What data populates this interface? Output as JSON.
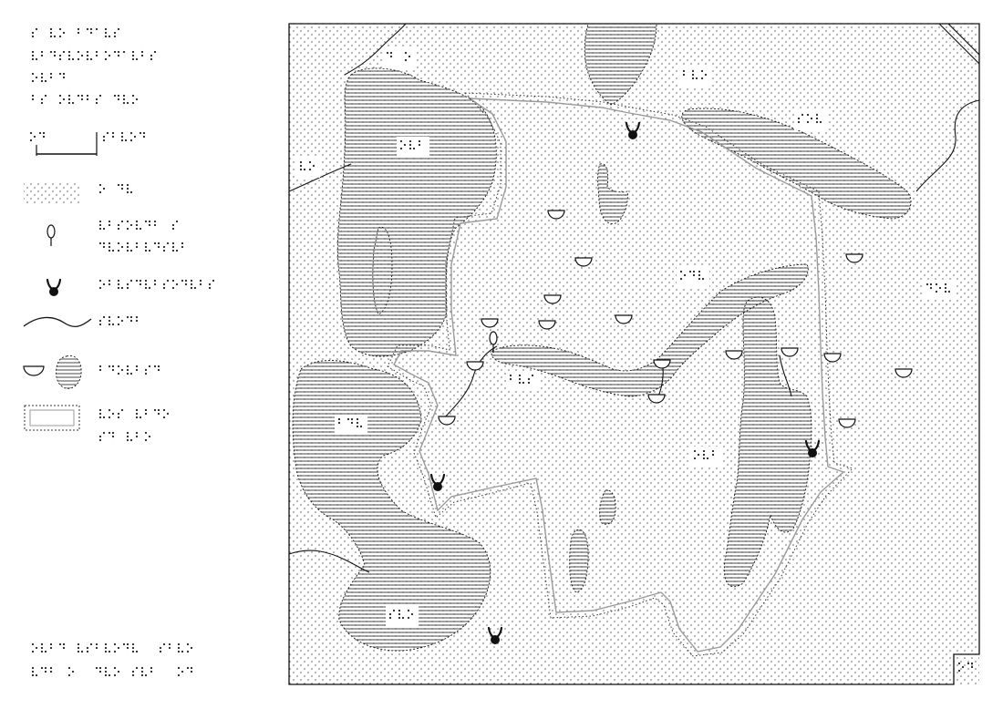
{
  "colors": {
    "ink": "#111111",
    "dots": "#555555",
    "lines": "#333333",
    "paper": "#ffffff",
    "boundary": "#9a9a9a"
  },
  "legend": {
    "items": [
      {
        "symbol": "dotted-area-swatch",
        "meaning": "land"
      },
      {
        "symbol": "balloon-marker-icon"
      },
      {
        "symbol": "ram-head-icon"
      },
      {
        "symbol": "wavy-line-icon",
        "meaning": "river"
      },
      {
        "symbol": "half-circle-icon",
        "meaning": "lake"
      },
      {
        "symbol": "double-rectangle-icon",
        "meaning": "boundary"
      }
    ],
    "has_scale_bar": true
  },
  "map_symbols": {
    "lakes": 17,
    "ram_markers": 5,
    "balloon_markers": 1
  },
  "note": {
    "text_is_braille": true
  }
}
